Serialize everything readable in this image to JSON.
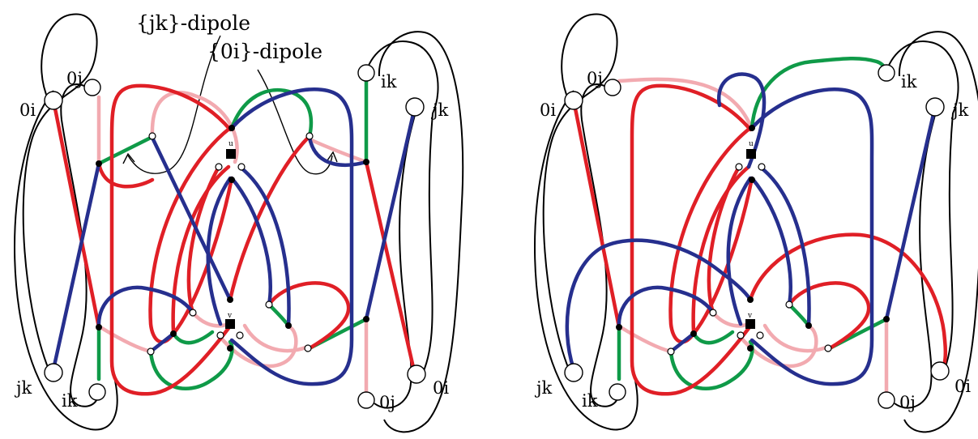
{
  "colors": {
    "red": "#e01f26",
    "pink": "#f2aab0",
    "green": "#0f9a48",
    "blue": "#262f8e",
    "black": "#000000"
  },
  "annotations": {
    "jk_dipole": "{jk}-dipole",
    "oi_dipole": "{0i}-dipole"
  },
  "left_graph": {
    "labels": {
      "top_left_outer": "0i",
      "top_left_inner": "0j",
      "top_right_inner": "ik",
      "top_right_outer": "jk",
      "bottom_left_outer": "jk",
      "bottom_left_inner": "ik",
      "bottom_right_inner": "0j",
      "bottom_right_outer": "0i",
      "vertex_u": "u",
      "vertex_v": "v"
    }
  },
  "right_graph": {
    "labels": {
      "top_left_outer": "0i",
      "top_left_inner": "0j",
      "top_right_inner": "ik",
      "top_right_outer": "jk",
      "bottom_left_outer": "jk",
      "bottom_left_inner": "ik",
      "bottom_right_inner": "0j",
      "bottom_right_outer": "0i",
      "vertex_u": "u",
      "vertex_v": "v"
    }
  }
}
